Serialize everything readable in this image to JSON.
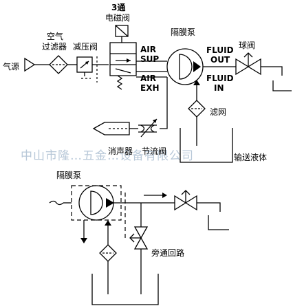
{
  "labels": {
    "air_source": "气源",
    "air_filter_1": "空气",
    "air_filter_2": "过滤器",
    "reducer": "减压阀",
    "solenoid_1": "3通",
    "solenoid_2": "电磁阀",
    "pump_top": "隔膜泵",
    "air_sup_1": "AIR",
    "air_sup_2": "SUP",
    "air_exh_1": "AIR",
    "air_exh_2": "EXH",
    "fluid_out_1": "FLUID",
    "fluid_out_2": "OUT",
    "fluid_in_1": "FLUID",
    "fluid_in_2": "IN",
    "ball_valve": "球阀",
    "strainer": "滤网",
    "silencer": "消声器",
    "throttle": "节流阀",
    "liquid": "输送液体",
    "pump_bottom": "隔膜泵",
    "bypass": "旁通回路"
  },
  "watermark": "中山市隆…五金…设备有限公司"
}
